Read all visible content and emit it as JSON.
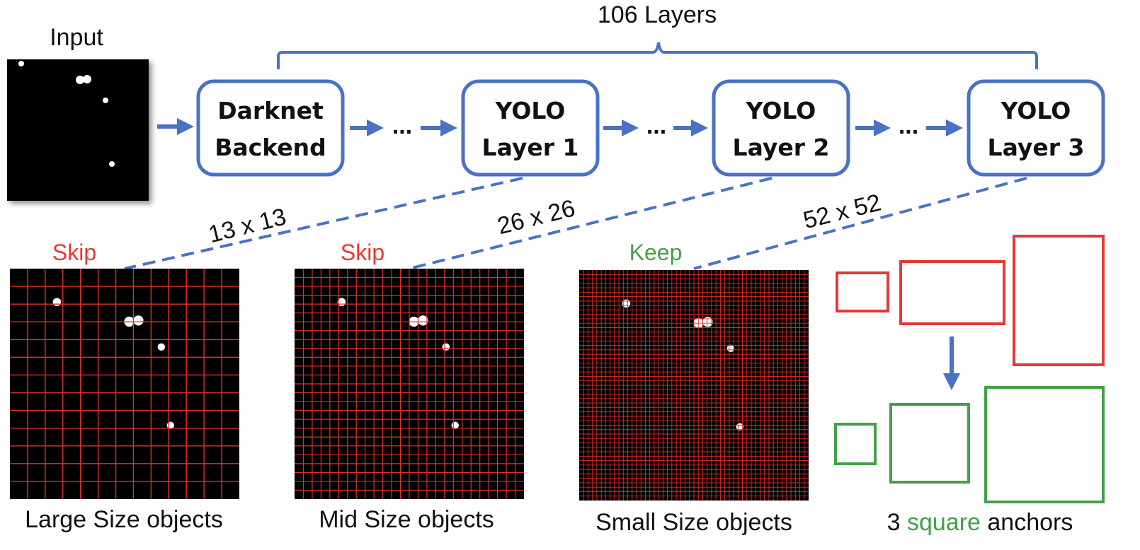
{
  "title": "106 Layers",
  "input_label": "Input",
  "blocks": [
    {
      "line1": "Darknet",
      "line2": "Backend"
    },
    {
      "line1": "YOLO",
      "line2": "Layer 1"
    },
    {
      "line1": "YOLO",
      "line2": "Layer 2"
    },
    {
      "line1": "YOLO",
      "line2": "Layer 3"
    }
  ],
  "ellipsis": "...",
  "scales": [
    {
      "grid_label": "13 x 13",
      "status": "Skip",
      "status_color": "#e53935",
      "caption": "Large Size objects",
      "cells": 13
    },
    {
      "grid_label": "26 x 26",
      "status": "Skip",
      "status_color": "#e53935",
      "caption": "Mid Size objects",
      "cells": 26
    },
    {
      "grid_label": "52 x 52",
      "status": "Keep",
      "status_color": "#43a047",
      "caption": "Small Size objects",
      "cells": 52
    }
  ],
  "anchors": {
    "caption_prefix": "3 ",
    "caption_highlight": "square",
    "caption_suffix": " anchors",
    "highlight_color": "#43a047",
    "old_color": "#e53935",
    "new_color": "#43a047"
  },
  "colors": {
    "accent": "#4a72c4",
    "grid_line": "#e0302a",
    "image_bg": "#000000",
    "dot": "#ffffff"
  }
}
